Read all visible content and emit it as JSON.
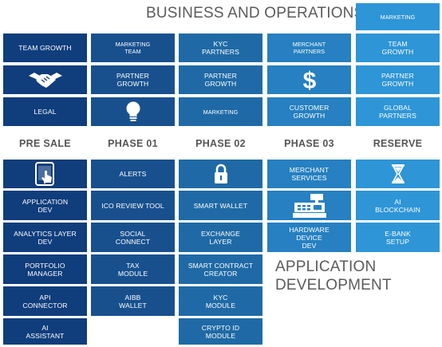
{
  "business_section": {
    "title": "BUSINESS AND OPERATIONS",
    "tiles": {
      "col1": [
        "TEAM GROWTH",
        "handshake-icon",
        "LEGAL"
      ],
      "col2": [
        "MARKETING\nTEAM",
        "PARTNER\nGROWTH",
        "lightbulb-icon"
      ],
      "col3": [
        "KYC\nPARTNERS",
        "PARTNER\nGROWTH",
        "MARKETING"
      ],
      "col4": [
        "MERCHANT\nPARTNERS",
        "dollar-icon",
        "CUSTOMER\nGROWTH"
      ],
      "col5": [
        "MARKETING",
        "TEAM\nGROWTH",
        "PARTNER\nGROWTH",
        "GLOBAL\nPARTNERS"
      ]
    }
  },
  "phases": [
    "PRE SALE",
    "PHASE 01",
    "PHASE 02",
    "PHASE 03",
    "RESERVE"
  ],
  "application_section": {
    "title_line1": "APPLICATION",
    "title_line2": "DEVELOPMENT",
    "tiles": {
      "presale": [
        "tablet-touch-icon",
        "APPLICATION\nDEV",
        "ANALYTICS LAYER\nDEV",
        "PORTFOLIO\nMANAGER",
        "API\nCONNECTOR",
        "AI\nASSISTANT"
      ],
      "phase01": [
        "ALERTS",
        "ICO REVIEW TOOL",
        "SOCIAL\nCONNECT",
        "TAX\nMODULE",
        "AIBB\nWALLET"
      ],
      "phase02": [
        "lock-icon",
        "SMART WALLET",
        "EXCHANGE\nLAYER",
        "SMART CONTRACT\nCREATOR",
        "KYC\nMODULE",
        "CRYPTO ID\nMODULE"
      ],
      "phase03": [
        "MERCHANT\nSERVICES",
        "cash-register-icon",
        "HARDWARE\nDEVICE\nDEV"
      ],
      "reserve": [
        "hourglass-icon",
        "AI\nBLOCKCHAIN",
        "E-BANK\nSETUP"
      ]
    }
  },
  "colors": {
    "presale": "#103d7c",
    "phase01": "#18508e",
    "phase02": "#1f6aa6",
    "phase03": "#2680c1",
    "reserve": "#2e95d7",
    "heading_text": "#555555"
  }
}
